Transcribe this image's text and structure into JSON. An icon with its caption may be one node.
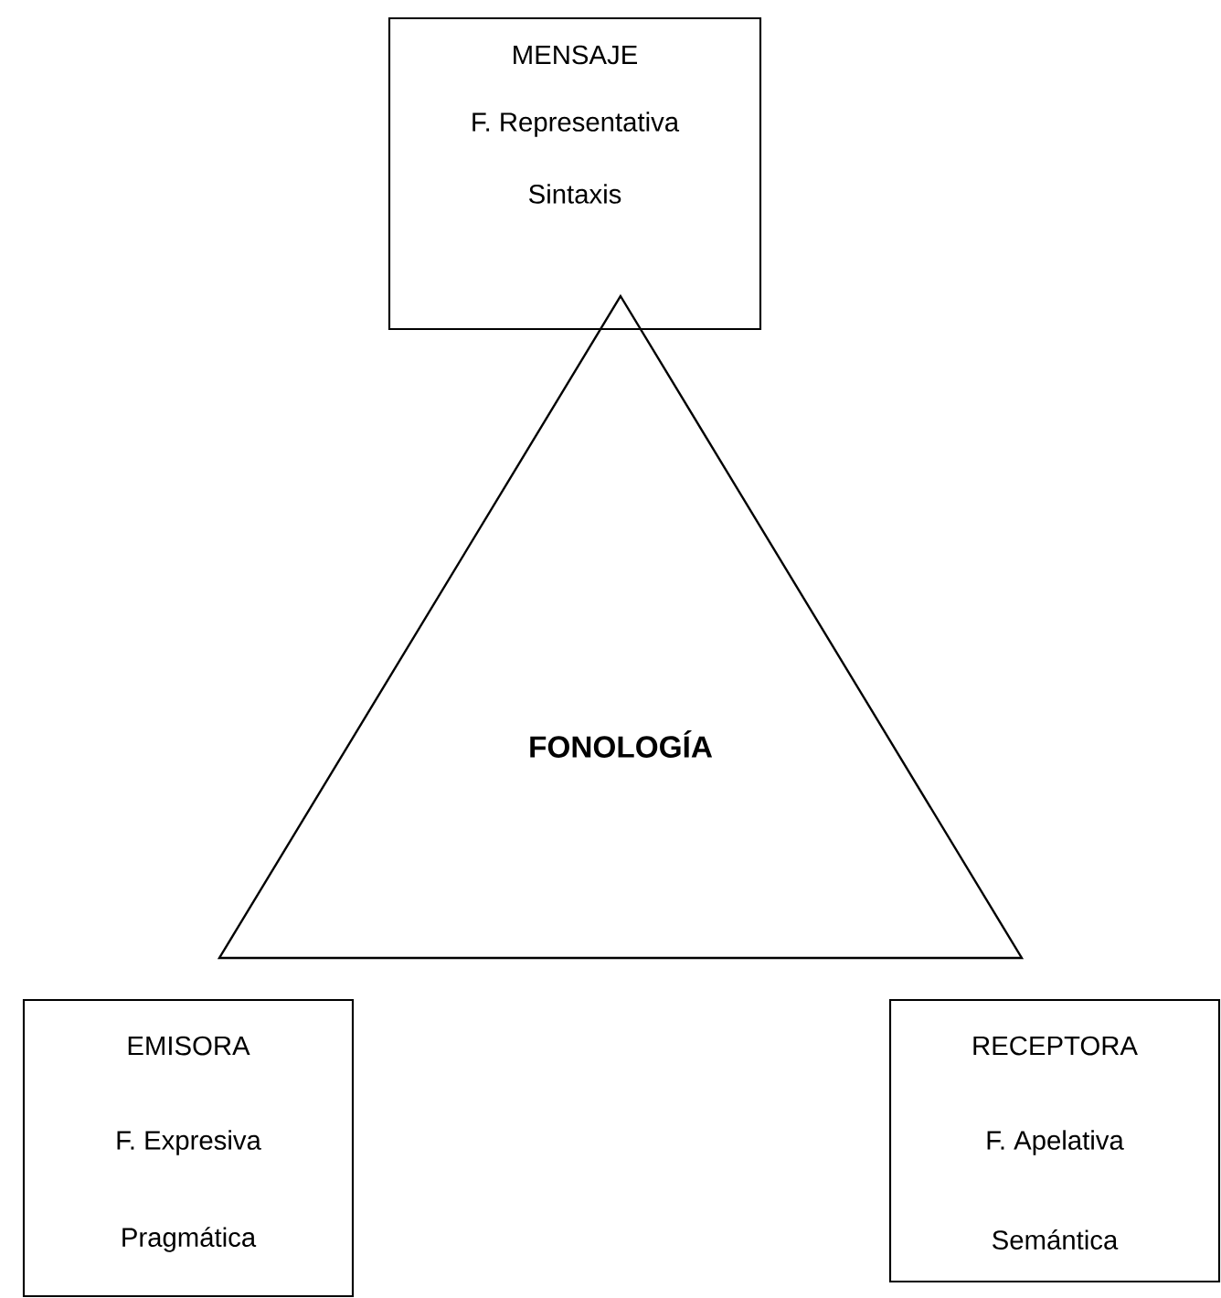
{
  "diagram": {
    "nodes": [
      {
        "text": [
          "MENSAJE",
          "F. Representativa",
          "Sintaxis"
        ]
      },
      {
        "text": [
          "FONOLOGÍA"
        ]
      },
      {
        "text": [
          "EMISORA",
          "F. Expresiva",
          "Pragmática"
        ]
      },
      {
        "text": [
          "RECEPTORA",
          "F. Apelativa",
          "Semántica"
        ]
      }
    ]
  }
}
